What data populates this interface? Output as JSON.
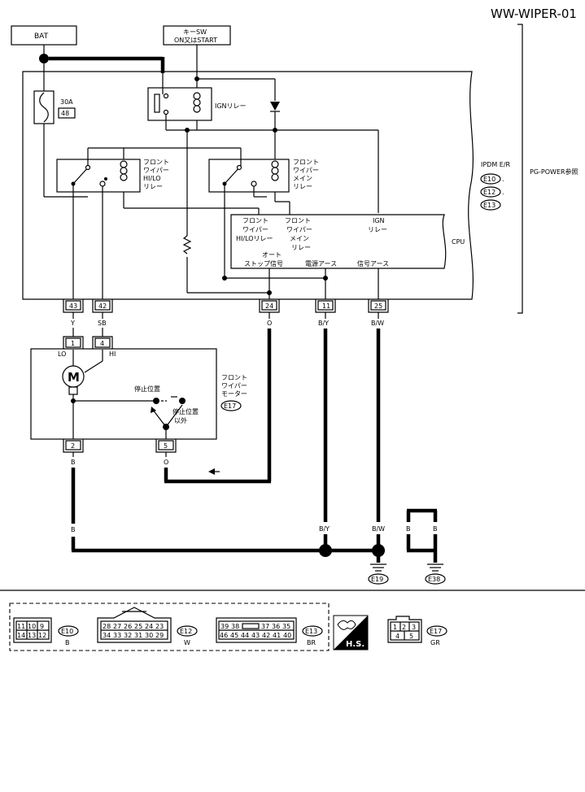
{
  "title": "WW-WIPER-01",
  "power": {
    "bat": "BAT",
    "key_sw_line1": "キーSW",
    "key_sw_line2": "ON又はSTART",
    "fuse_amp": "30A",
    "fuse_no": "48"
  },
  "ipdm": {
    "label": "IPDM E/R",
    "connectors": [
      "E10",
      "E12",
      "E13"
    ],
    "ref": "PG-POWER参照",
    "ign_relay": "IGNリレー",
    "hi_relay": [
      "フロント",
      "ワイパー",
      "HI/LO",
      "リレー"
    ],
    "main_relay": [
      "フロント",
      "ワイパー",
      "メイン",
      "リレー"
    ],
    "cpu": {
      "label": "CPU",
      "col1": [
        "フロント",
        "ワイパー",
        "HI/LOリレー"
      ],
      "col2": [
        "フロント",
        "ワイパー",
        "メイン",
        "リレー"
      ],
      "col3": [
        "IGN",
        "リレー"
      ],
      "bottom1": [
        "オート",
        "ストップ信号"
      ],
      "bottom2": "電源アース",
      "bottom3": "信号アース"
    },
    "terminals": [
      "43",
      "42",
      "24",
      "11",
      "25"
    ]
  },
  "wires": {
    "t43": "Y",
    "t42": "SB",
    "t24": "O",
    "t11": "B/Y",
    "t25": "B/W",
    "m2": "B",
    "m5": "O",
    "b_left": "B",
    "by_low": "B/Y",
    "bw_low": "B/W",
    "g1": "B",
    "g2": "B"
  },
  "motor": {
    "pins": [
      "1",
      "4",
      "2",
      "5"
    ],
    "lo": "LO",
    "hi": "HI",
    "symbol": "M",
    "name": [
      "フロント",
      "ワイパー",
      "モーター"
    ],
    "connector": "E17",
    "stop_pos": "停止位置",
    "other_pos": [
      "停止位置",
      "以外"
    ]
  },
  "grounds": [
    "E19",
    "E38"
  ],
  "connectors": {
    "e10": {
      "id": "E10",
      "color": "B",
      "row1": [
        "11",
        "10",
        "9"
      ],
      "row2": [
        "14",
        "13",
        "12"
      ]
    },
    "e12": {
      "id": "E12",
      "color": "W",
      "row1": [
        "28",
        "27",
        "26",
        "25",
        "24",
        "23"
      ],
      "row2": [
        "34",
        "33",
        "32",
        "31",
        "30",
        "29"
      ]
    },
    "e13": {
      "id": "E13",
      "color": "BR",
      "row1": [
        "39",
        "38",
        "37",
        "36",
        "35"
      ],
      "row2": [
        "46",
        "45",
        "44",
        "43",
        "42",
        "41",
        "40"
      ]
    },
    "e17": {
      "id": "E17",
      "color": "GR",
      "row1": [
        "1",
        "2",
        "3"
      ],
      "row2": [
        "4",
        "5"
      ]
    },
    "hs": "H.S."
  }
}
